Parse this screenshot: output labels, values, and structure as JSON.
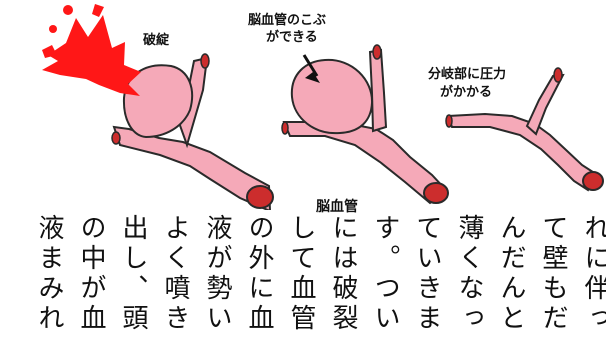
{
  "labels": {
    "rupture": "破綻",
    "aneurysm_line1": "脳血管のこぶ",
    "aneurysm_line2": "ができる",
    "bifurcation_line1": "分岐部に圧力",
    "bifurcation_line2": "がかかる",
    "figure_title": "脳血管"
  },
  "text_columns": [
    "れに伴っ",
    "て壁もだ",
    "んだんと",
    "薄くなっ",
    "ていきま",
    "す。つい",
    "には破裂",
    "して血管",
    "の外に血",
    "液が勢い",
    "よく噴き",
    "出し、頭",
    "の中が血",
    "液まみれ"
  ],
  "colors": {
    "vessel": "#f5a9b8",
    "vessel_outline": "#2a2a2a",
    "vessel_lumen": "#cc2d2d",
    "hemorrhage": "#ff1717"
  },
  "icons": {
    "rupture": "bleeding-aneurysm",
    "aneurysm": "aneurysm-bulge",
    "bifurcation": "vessel-bifurcation",
    "pointer": "arrow-pointer"
  }
}
